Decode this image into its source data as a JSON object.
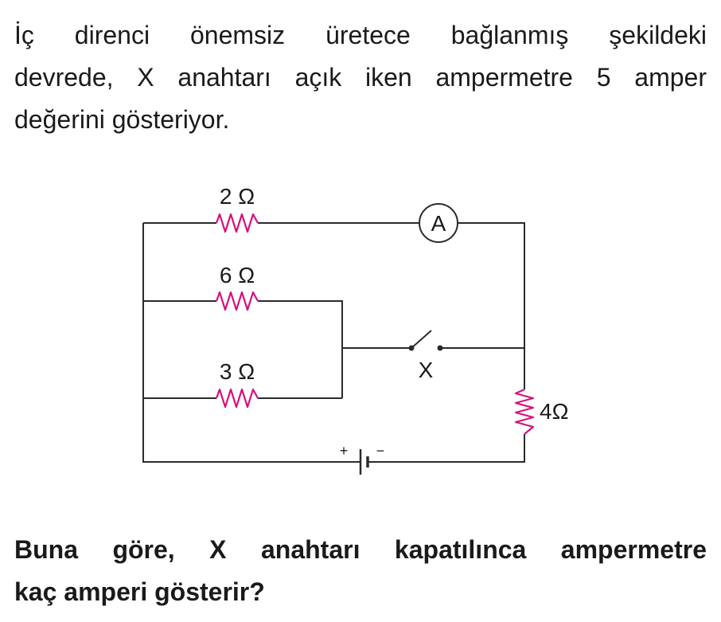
{
  "question": {
    "lines": [
      "İç direnci önemsiz üretece bağlanmış şekildeki",
      "devrede, X anahtarı açık iken ampermetre 5 amper",
      "değerini gösteriyor."
    ]
  },
  "circuit": {
    "resistors": {
      "r_top": "2 Ω",
      "r_mid": "6 Ω",
      "r_low": "3 Ω",
      "r_right": "4Ω"
    },
    "ammeter_label": "A",
    "switch_label": "X",
    "battery": {
      "plus": "+",
      "minus": "−"
    },
    "colors": {
      "wire": "#2b2b2b",
      "resistor": "#d6117c"
    }
  },
  "ask": {
    "lines": [
      "Buna göre, X anahtarı kapatılınca ampermetre",
      "kaç amperi gösterir?"
    ]
  }
}
